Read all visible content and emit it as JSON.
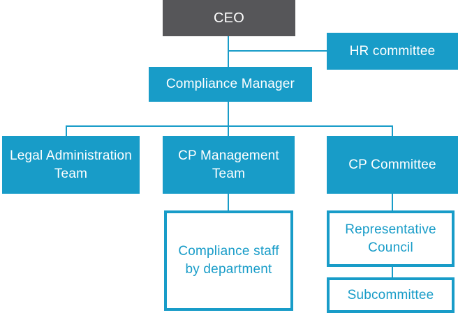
{
  "colors": {
    "accent_cyan": "#189CC8",
    "ceo_gray": "#565659",
    "box_text_white": "#FFFFFF",
    "outlined_box_bg": "#FFFFFF"
  },
  "org_chart": {
    "nodes": {
      "ceo": {
        "label": "CEO"
      },
      "hr_committee": {
        "label": "HR committee"
      },
      "compliance_manager": {
        "label": "Compliance Manager"
      },
      "legal_administration_team": {
        "label": "Legal Administration Team"
      },
      "cp_management_team": {
        "label": "CP Management Team"
      },
      "cp_committee": {
        "label": "CP Committee"
      },
      "compliance_staff_by_department": {
        "label": "Compliance staff by department"
      },
      "representative_council": {
        "label": "Representative Council"
      },
      "subcommittee": {
        "label": "Subcommittee"
      }
    },
    "edges": [
      {
        "from": "ceo",
        "to": "compliance_manager"
      },
      {
        "from": "ceo",
        "to": "hr_committee"
      },
      {
        "from": "compliance_manager",
        "to": "legal_administration_team"
      },
      {
        "from": "compliance_manager",
        "to": "cp_management_team"
      },
      {
        "from": "compliance_manager",
        "to": "cp_committee"
      },
      {
        "from": "cp_management_team",
        "to": "compliance_staff_by_department"
      },
      {
        "from": "cp_committee",
        "to": "representative_council"
      },
      {
        "from": "representative_council",
        "to": "subcommittee"
      }
    ]
  }
}
